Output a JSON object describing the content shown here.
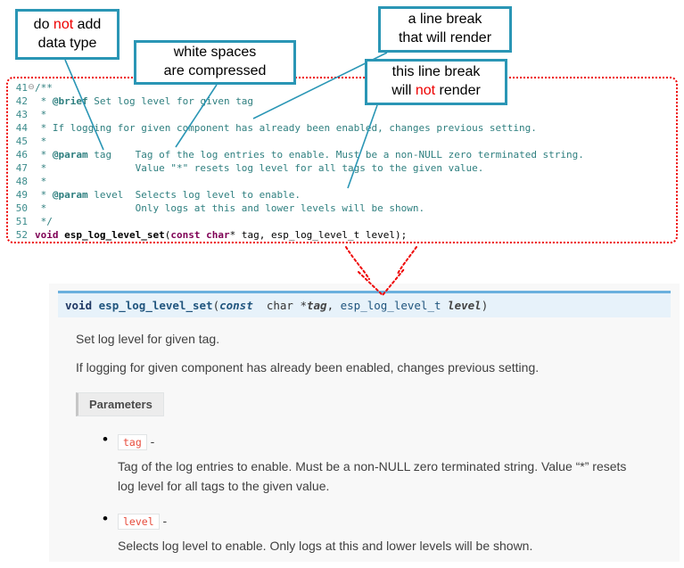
{
  "colors": {
    "accent": "#2a96b5",
    "ann-red": "#ee0000",
    "cm": "#2e7f7f",
    "kw": "#7f0055",
    "ln": "#3c8c8c",
    "sig-bg": "#e7f2fa",
    "sig-border": "#6ab0de",
    "param-red": "#e74c3c",
    "panel-bg": "#f8f8f8"
  },
  "callouts": {
    "no_datatype": {
      "l1a": "do ",
      "l1b": "not",
      "l1c": " add",
      "l2": "data type"
    },
    "whitespace": {
      "l1": "white spaces",
      "l2": "are compressed"
    },
    "break_render": {
      "l1": "a line break",
      "l2": "that will render"
    },
    "break_no_render": {
      "l1": "this line break",
      "l2a": "will ",
      "l2b": "not",
      "l2c": " render"
    }
  },
  "code": {
    "lines": [
      {
        "num": "41",
        "fold": "⊖",
        "segs": [
          [
            "cm",
            "/**"
          ]
        ]
      },
      {
        "num": "42",
        "segs": [
          [
            "cm",
            " * "
          ],
          [
            "cmt",
            "@brief"
          ],
          [
            "cm",
            " Set log level for given tag"
          ]
        ]
      },
      {
        "num": "43",
        "segs": [
          [
            "cm",
            " *"
          ]
        ]
      },
      {
        "num": "44",
        "segs": [
          [
            "cm",
            " * If logging for given component has already been enabled, changes previous setting."
          ]
        ]
      },
      {
        "num": "45",
        "segs": [
          [
            "cm",
            " *"
          ]
        ]
      },
      {
        "num": "46",
        "segs": [
          [
            "cm",
            " * "
          ],
          [
            "cmt",
            "@param"
          ],
          [
            "cm",
            " tag    Tag of the log entries to enable. Must be a non-NULL zero terminated string."
          ]
        ]
      },
      {
        "num": "47",
        "segs": [
          [
            "cm",
            " *               Value \"*\" resets log level for all tags to the given value."
          ]
        ]
      },
      {
        "num": "48",
        "segs": [
          [
            "cm",
            " *"
          ]
        ]
      },
      {
        "num": "49",
        "segs": [
          [
            "cm",
            " * "
          ],
          [
            "cmt",
            "@param"
          ],
          [
            "cm",
            " level  Selects log level to enable."
          ]
        ]
      },
      {
        "num": "50",
        "segs": [
          [
            "cm",
            " *               Only logs at this and lower levels will be shown."
          ]
        ]
      },
      {
        "num": "51",
        "segs": [
          [
            "cm",
            " */"
          ]
        ]
      },
      {
        "num": "52",
        "segs": [
          [
            "kw",
            "void"
          ],
          [
            "pl",
            " "
          ],
          [
            "fn",
            "esp_log_level_set"
          ],
          [
            "pl",
            "("
          ],
          [
            "kw",
            "const"
          ],
          [
            "pl",
            " "
          ],
          [
            "kw",
            "char"
          ],
          [
            "pl",
            "* tag, esp_log_level_t level);"
          ]
        ]
      }
    ]
  },
  "docs": {
    "signature": {
      "segs": [
        [
          "kw",
          "void"
        ],
        [
          "pl",
          " "
        ],
        [
          "name",
          "esp_log_level_set"
        ],
        [
          "pl",
          "("
        ],
        [
          "kwit",
          "const"
        ],
        [
          "pl",
          "  "
        ],
        [
          "pl",
          "char"
        ],
        [
          "pl",
          " *"
        ],
        [
          "param",
          "tag"
        ],
        [
          "pl",
          ", "
        ],
        [
          "type",
          "esp_log_level_t"
        ],
        [
          "pl",
          " "
        ],
        [
          "param",
          "level"
        ],
        [
          "pl",
          ")"
        ]
      ]
    },
    "para1": "Set log level for given tag.",
    "para2": "If logging for given component has already been enabled, changes previous setting.",
    "parameters_label": "Parameters",
    "params": [
      {
        "name": "tag",
        "dash": " -",
        "desc": "Tag of the log entries to enable. Must be a non-NULL zero terminated string. Value “*” resets log level for all tags to the given value."
      },
      {
        "name": "level",
        "dash": " -",
        "desc": "Selects log level to enable. Only logs at this and lower levels will be shown."
      }
    ]
  }
}
